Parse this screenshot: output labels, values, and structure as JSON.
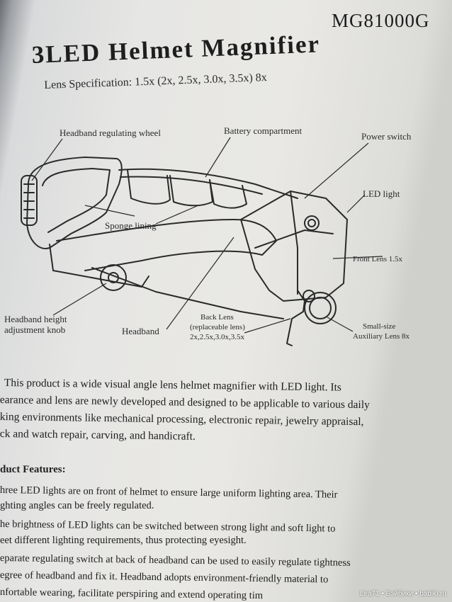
{
  "header": {
    "model": "MG81000G",
    "title": "3LED Helmet Magnifier",
    "spec": "Lens Specification: 1.5x  (2x, 2.5x, 3.0x, 3.5x)  8x"
  },
  "diagram": {
    "labels": {
      "headband_wheel": "Headband regulating wheel",
      "battery": "Battery compartment",
      "power_switch": "Power switch",
      "led_light": "LED light",
      "sponge": "Sponge lining",
      "front_lens": "Front Lens 1.5x",
      "height_knob_1": "Headband height",
      "height_knob_2": "adjustment knob",
      "headband": "Headband",
      "back_lens_1": "Back Lens",
      "back_lens_2": "(replaceable lens)",
      "back_lens_3": "2x,2.5x,3.0x,3.5x",
      "aux_lens_1": "Small-size",
      "aux_lens_2": "Auxiliary Lens 8x"
    }
  },
  "description": {
    "lines": [
      "This product is a wide visual angle lens helmet magnifier with LED light. Its",
      "earance and lens are newly developed and designed to be applicable to various daily",
      "king environments like mechanical processing, electronic repair, jewelry appraisal,",
      "ck and watch repair, carving, and handicraft."
    ]
  },
  "features": {
    "title": "duct Features:",
    "lines": [
      "hree LED lights are on front of helmet to ensure large uniform lighting area. Their",
      "ghting angles can be freely regulated.",
      "he brightness of LED lights can be switched between strong light and soft light to",
      "eet different lighting requirements, thus protecting eyesight.",
      "eparate regulating switch at back of headband can be used to easily regulate tightness",
      "egree of headband and fix it. Headband adopts environment-friendly material to",
      "nfortable wearing, facilitate perspiring and extend operating tim"
    ]
  },
  "footer": {
    "watermark": "Lira71 • Бэйбики • babiki.ru"
  }
}
